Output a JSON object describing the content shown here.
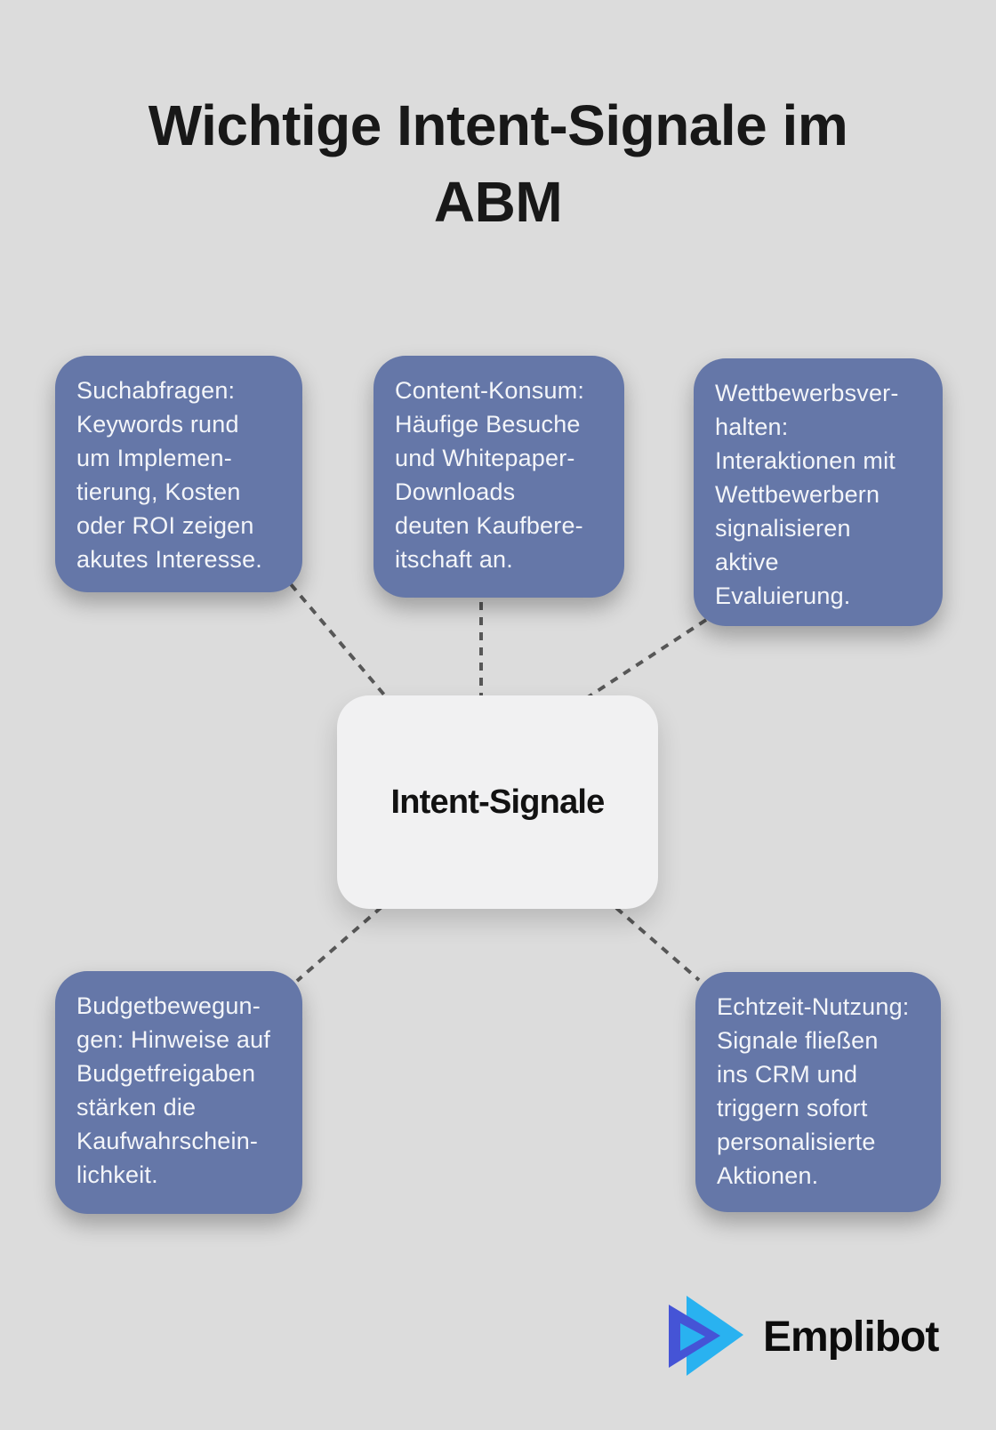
{
  "title": "Wichtige Intent-Signale im ABM",
  "center": {
    "label": "Intent-Signale"
  },
  "nodes": [
    {
      "id": "suchabfragen",
      "text": "Suchabfragen:\nKeywords rund\num Implemen-\ntierung, Kosten\noder ROI zeigen\nakutes Interesse."
    },
    {
      "id": "content-konsum",
      "text": "Content-Konsum:\nHäufige Besuche\nund Whitepaper-\nDownloads\ndeuten Kaufbere-\nitschaft an."
    },
    {
      "id": "wettbewerbsverhalten",
      "text": "Wettbewerbsver-\nhalten:\nInteraktionen mit\nWettbewerbern\nsignalisieren\naktive\nEvaluierung."
    },
    {
      "id": "budgetbewegungen",
      "text": "Budgetbewegun-\ngen: Hinweise auf\nBudgetfreigaben\nstärken die\nKaufwahrschein-\nlichkeit."
    },
    {
      "id": "echtzeit-nutzung",
      "text": "Echtzeit-Nutzung:\nSignale fließen\nins CRM und\ntriggern sofort\npersonalisierte\nAktionen."
    }
  ],
  "logo": {
    "brand": "Emplibot"
  },
  "colors": {
    "background": "#dcdcdc",
    "node_blue": "#6577a8",
    "node_text": "#f3f5f9",
    "center_bg": "#f1f1f2",
    "center_text": "#121212",
    "connector_gray": "#575757",
    "title_text": "#181818",
    "logo_indigo": "#4554d6",
    "logo_cyan": "#29b2f0",
    "logo_text": "#0c0c0c"
  }
}
